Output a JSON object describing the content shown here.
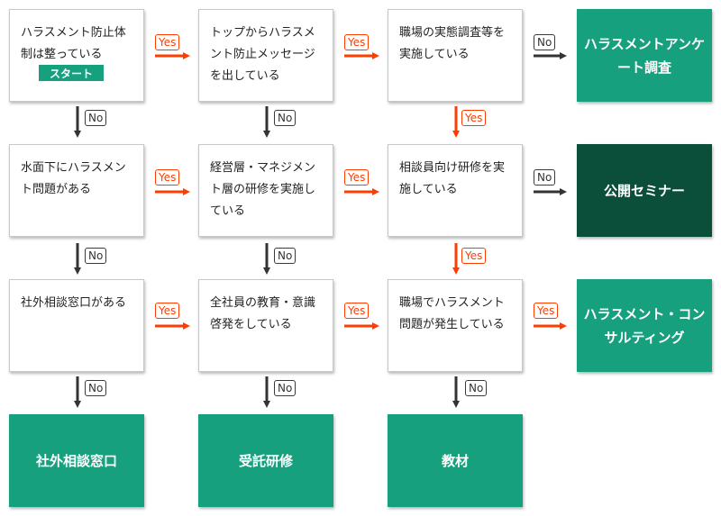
{
  "nodes": {
    "q1": "ハラスメント防止体制は整っている",
    "q2": "トップからハラスメント防止メッセージを出している",
    "q3": "職場の実態調査等を実施している",
    "q4": "水面下にハラスメント問題がある",
    "q5": "経営層・マネジメント層の研修を実施している",
    "q6": "相談員向け研修を実施している",
    "q7": "社外相談窓口がある",
    "q8": "全社員の教育・意識啓発をしている",
    "q9": "職場でハラスメント問題が発生している"
  },
  "start_label": "スタート",
  "results": {
    "survey": "ハラスメントアンケート調査",
    "seminar": "公開セミナー",
    "consulting": "ハラスメント・コンサルティング",
    "counseling": "社外相談窓口",
    "training": "受託研修",
    "materials": "教材"
  },
  "labels": {
    "yes": "Yes",
    "no": "No"
  },
  "colors": {
    "result": "#17a07e",
    "result_dark": "#0b4f3b",
    "yes": "#ff3d00",
    "no": "#333333"
  }
}
